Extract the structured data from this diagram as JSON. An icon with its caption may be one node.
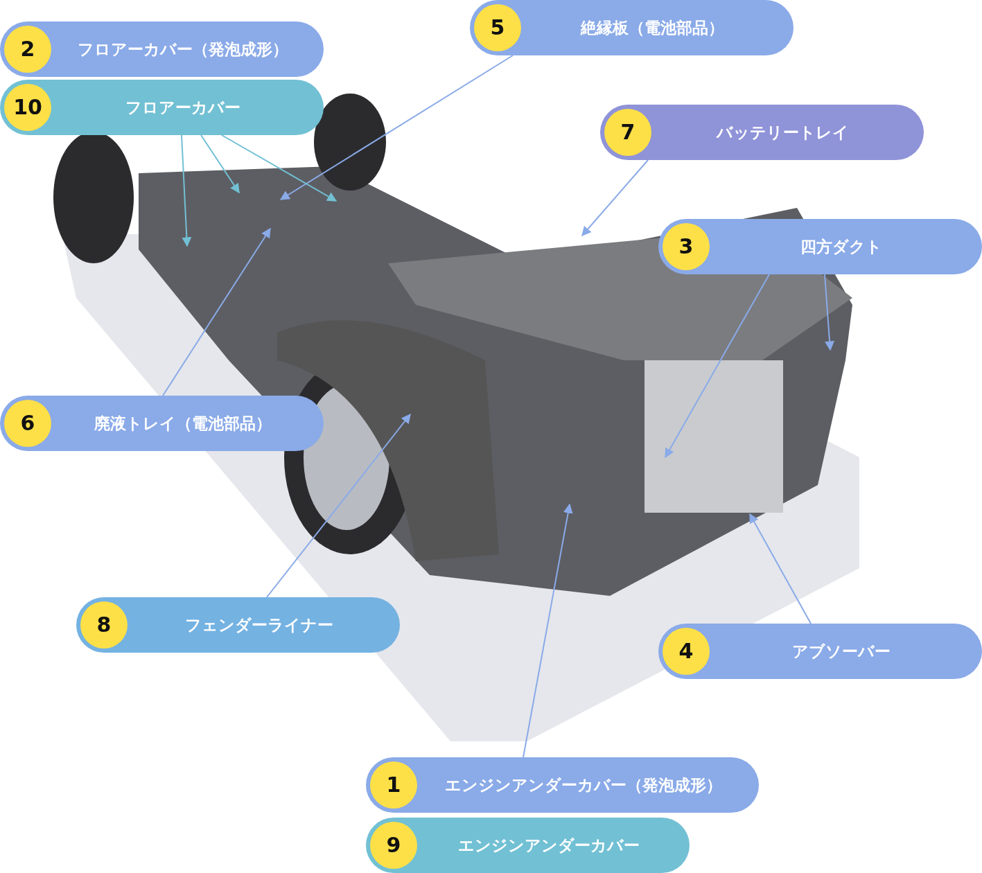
{
  "diagram": {
    "nodes": [
      {
        "text": [
          "5",
          "絶縁板（電池部品）"
        ]
      },
      {
        "text": [
          "2",
          "フロアーカバー（発泡成形）"
        ]
      },
      {
        "text": [
          "10",
          "フロアーカバー"
        ]
      },
      {
        "text": [
          "7",
          "バッテリートレイ"
        ]
      },
      {
        "text": [
          "3",
          "四方ダクト"
        ]
      },
      {
        "text": [
          "6",
          "廃液トレイ（電池部品）"
        ]
      },
      {
        "text": [
          "8",
          "フェンダーライナー"
        ]
      },
      {
        "text": [
          "4",
          "アブソーバー"
        ]
      },
      {
        "text": [
          "1",
          "エンジンアンダーカバー（発泡成形）"
        ]
      },
      {
        "text": [
          "9",
          "エンジンアンダーカバー"
        ]
      },
      {
        "text": [],
        "shape": "picture"
      }
    ],
    "edges": [
      {
        "from": 0,
        "to": 10,
        "arrow": "to"
      },
      {
        "from": 2,
        "to": 10,
        "arrow": "to",
        "color": "#72c0d4"
      },
      {
        "from": 2,
        "to": 10,
        "arrow": "to",
        "color": "#72c0d4"
      },
      {
        "from": 2,
        "to": 10,
        "arrow": "to",
        "color": "#72c0d4"
      },
      {
        "from": 3,
        "to": 10,
        "arrow": "to"
      },
      {
        "from": 4,
        "to": 10,
        "arrow": "to"
      },
      {
        "from": 4,
        "to": 10,
        "arrow": "to"
      },
      {
        "from": 5,
        "to": 10,
        "arrow": "to"
      },
      {
        "from": 6,
        "to": 10,
        "arrow": "to"
      },
      {
        "from": 7,
        "to": 10,
        "arrow": "to"
      },
      {
        "from": 8,
        "to": 10,
        "arrow": "to"
      }
    ]
  }
}
